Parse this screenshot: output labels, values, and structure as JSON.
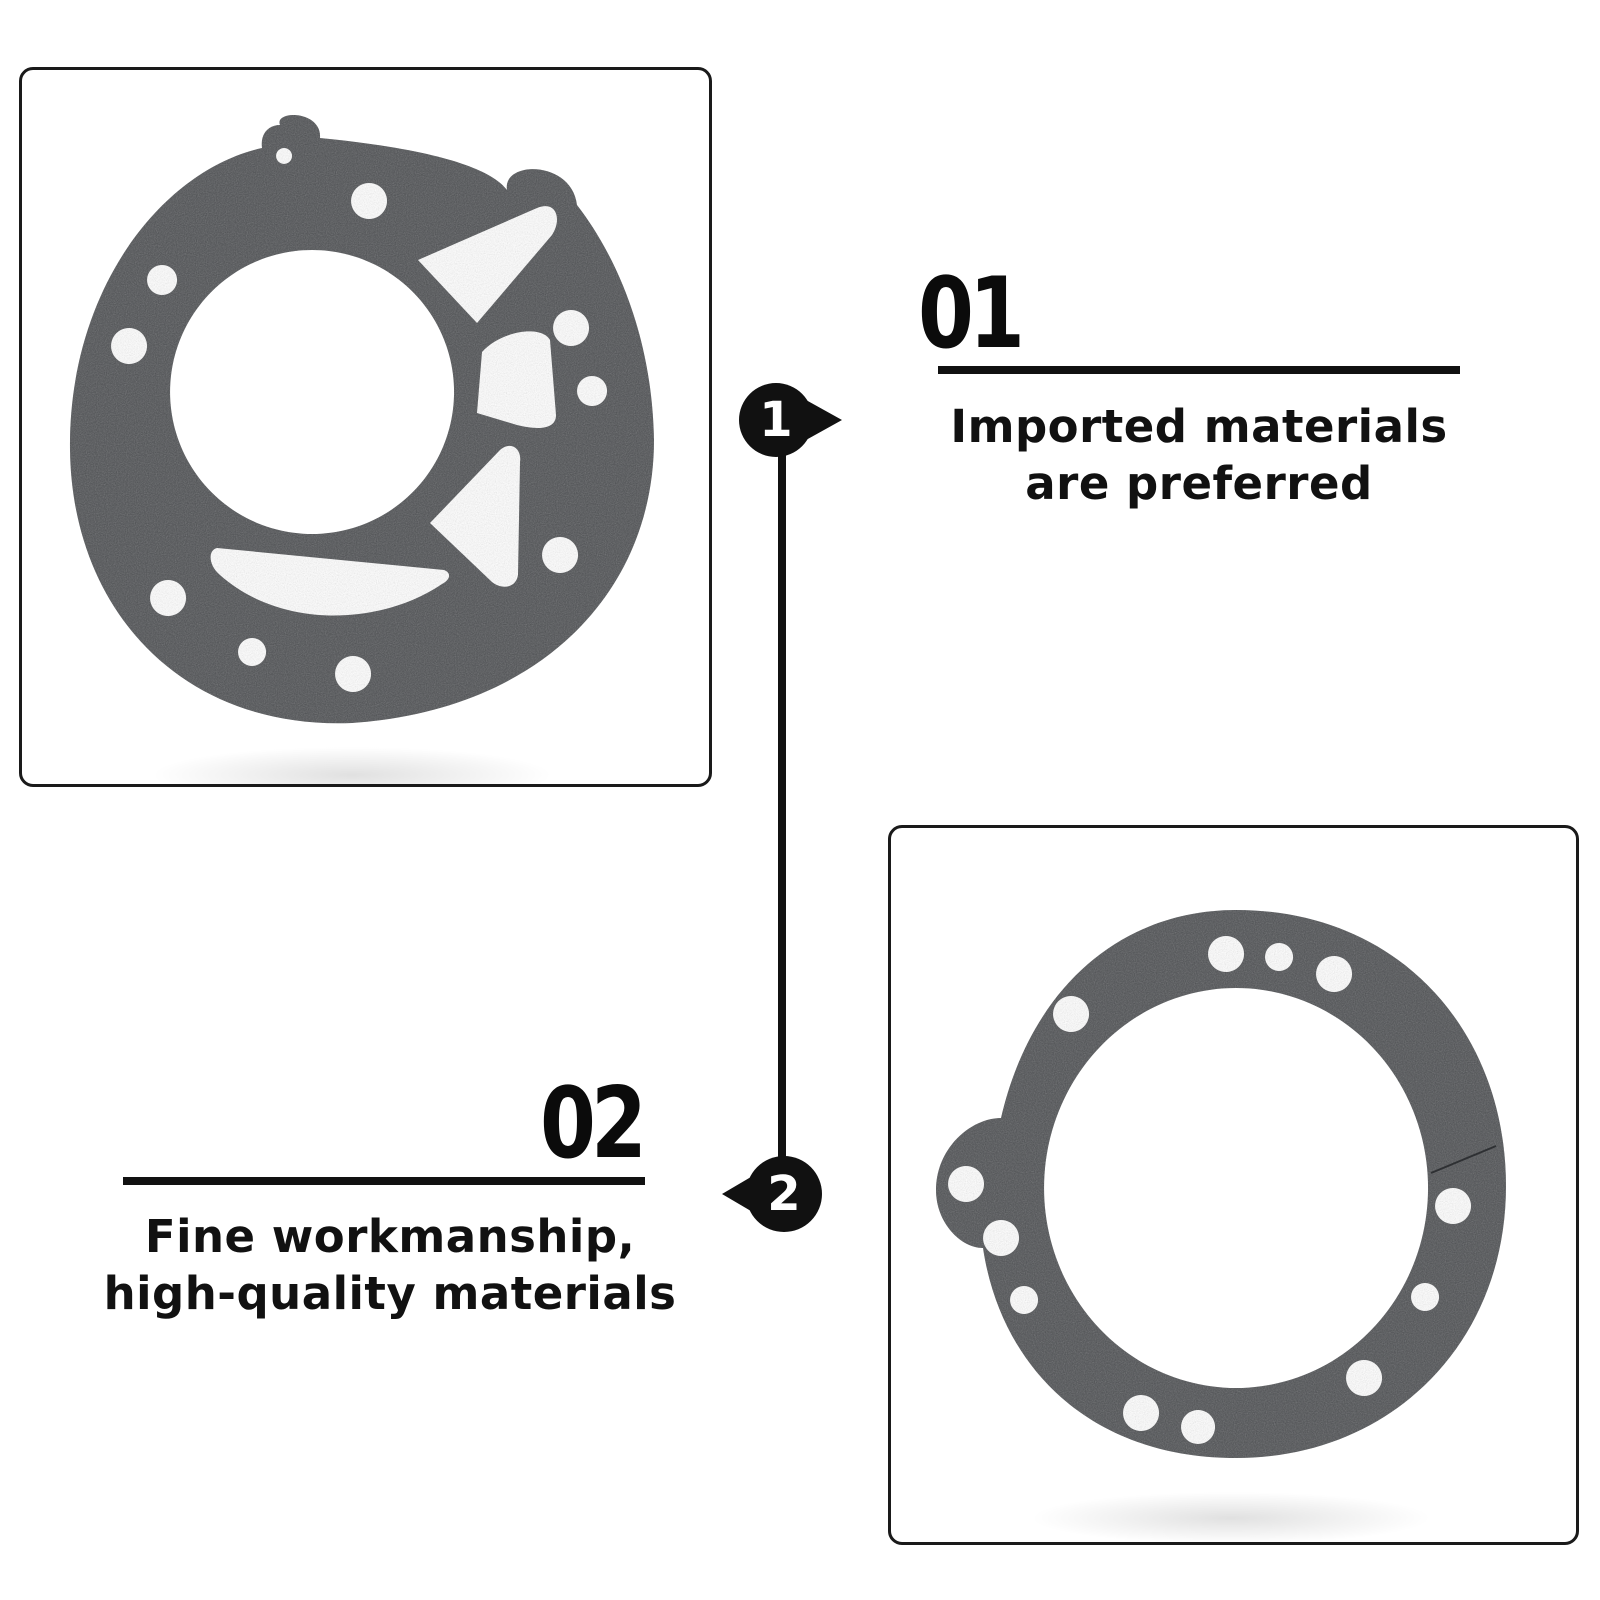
{
  "section_1": {
    "number": "01",
    "marker": "1",
    "caption_line_1": "Imported materials",
    "caption_line_2": "are preferred"
  },
  "section_2": {
    "number": "02",
    "marker": "2",
    "caption_line_1": "Fine workmanship,",
    "caption_line_2": "high-quality materials"
  },
  "colors": {
    "gasket": "#4d4f52",
    "ink": "#111111",
    "background": "#ffffff"
  }
}
